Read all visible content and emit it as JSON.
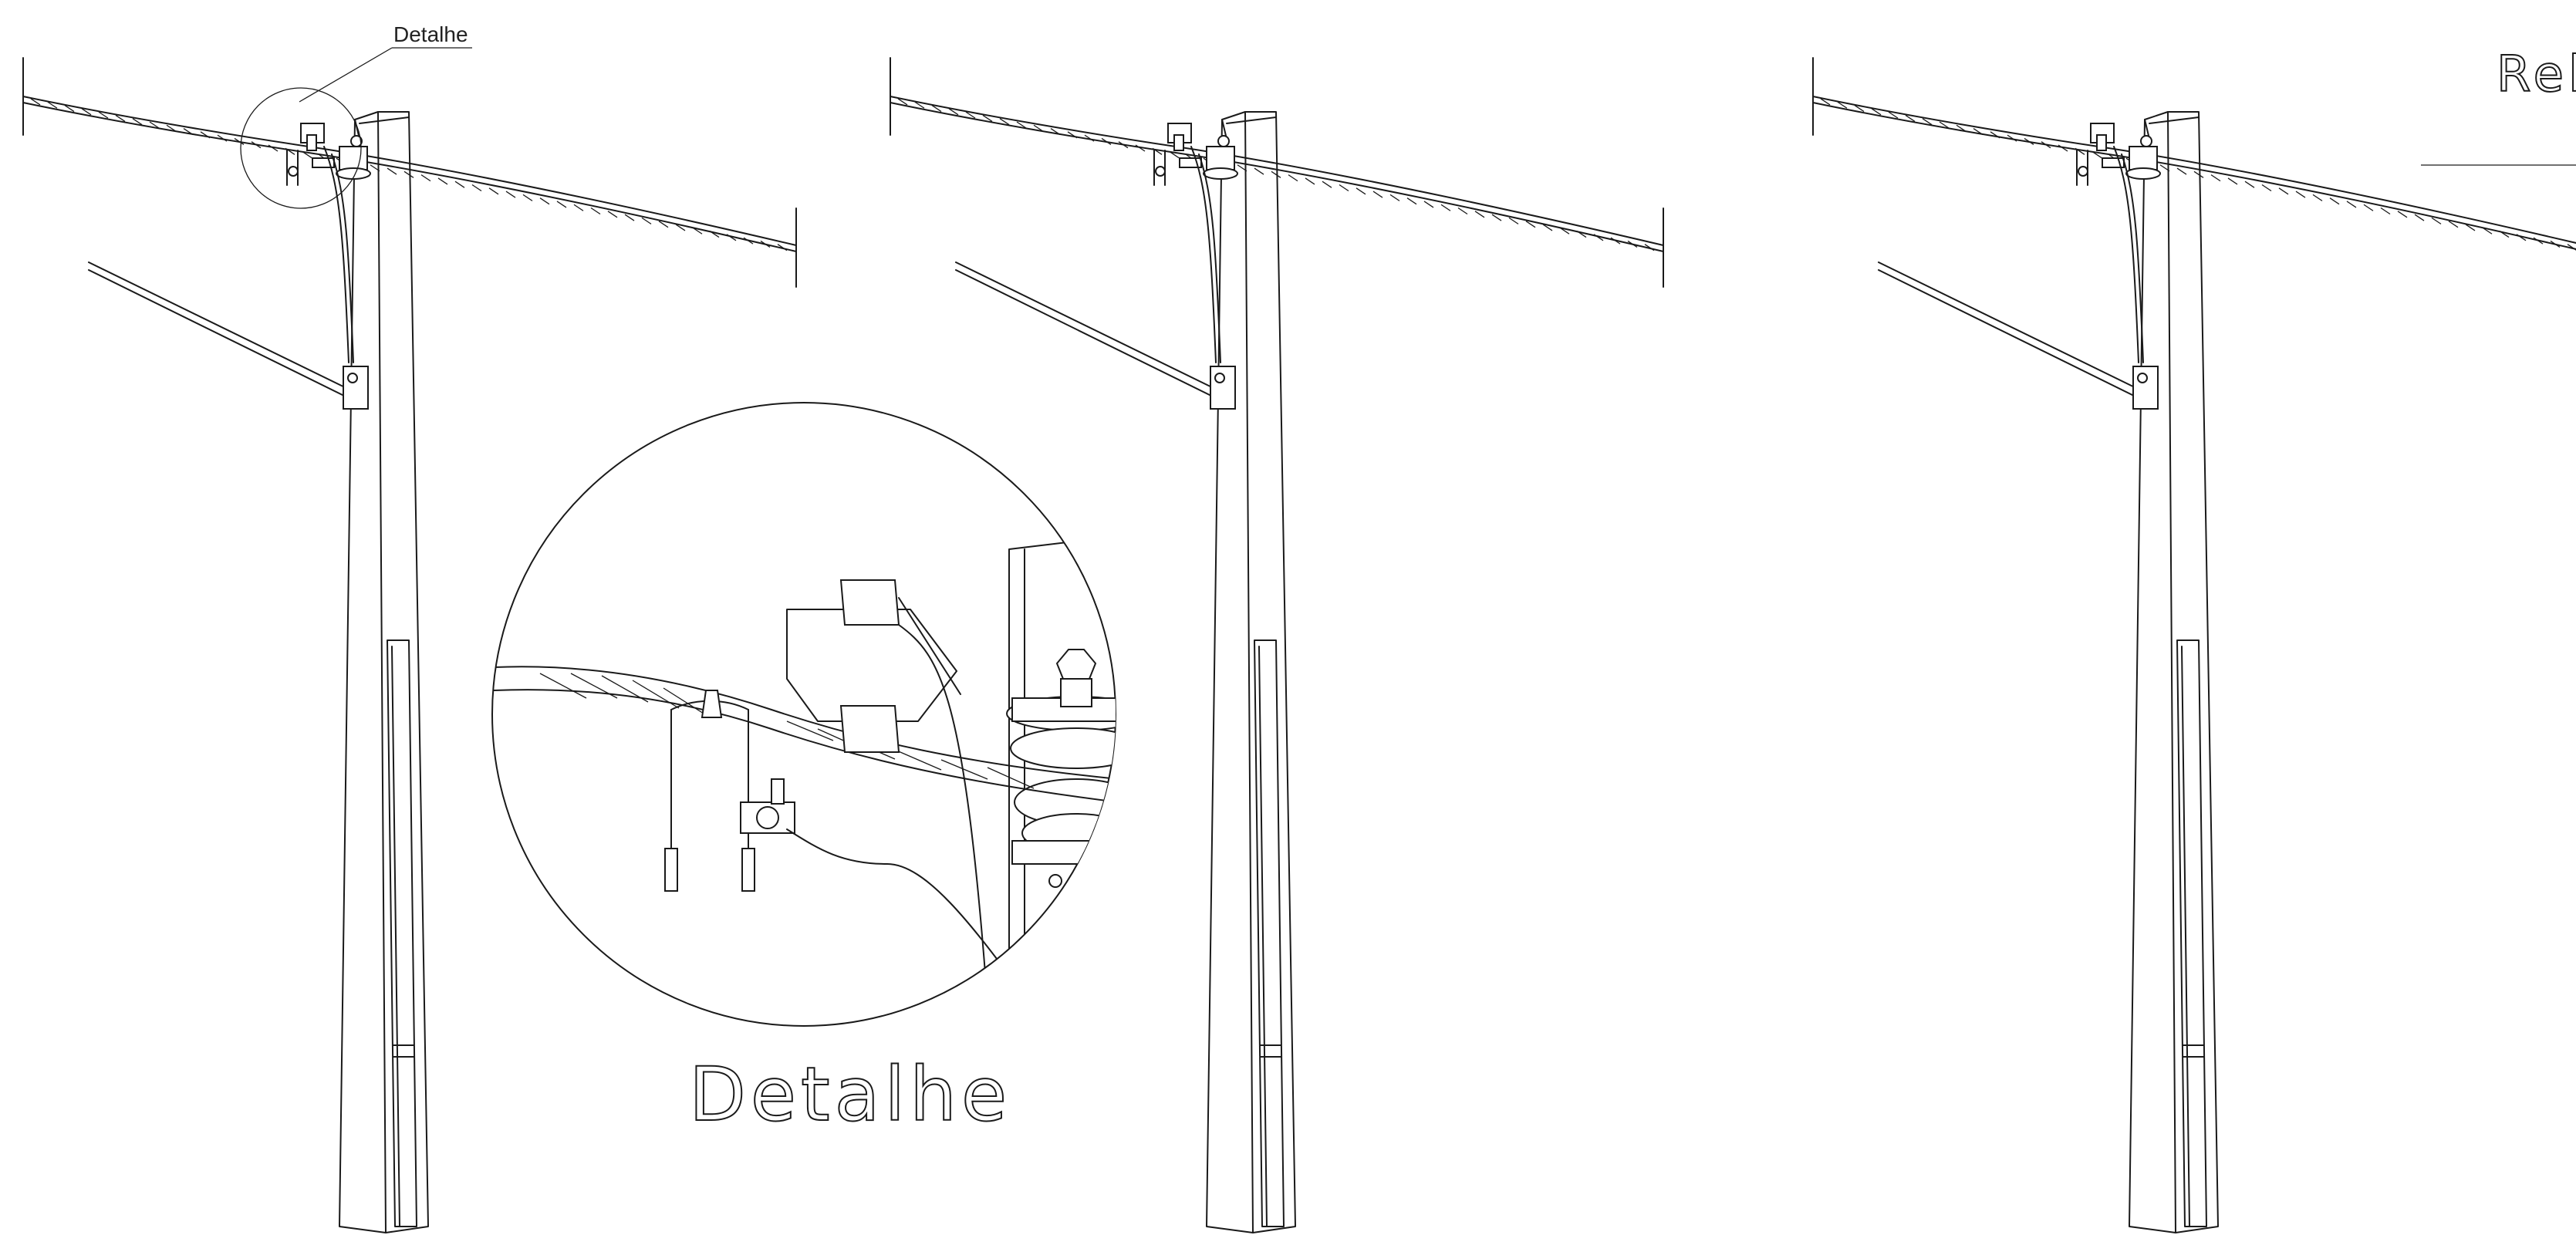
{
  "labels": {
    "detail_callout": "Detalhe",
    "detail_title": "Detalhe",
    "cut_off_text": "Rel"
  },
  "panels": [
    {
      "name": "panel-left",
      "has_detail_callout": true
    },
    {
      "name": "panel-middle",
      "has_detail_callout": false
    },
    {
      "name": "panel-right",
      "has_detail_callout": false
    }
  ],
  "colors": {
    "line": "#1a1a1a",
    "background": "#ffffff"
  }
}
